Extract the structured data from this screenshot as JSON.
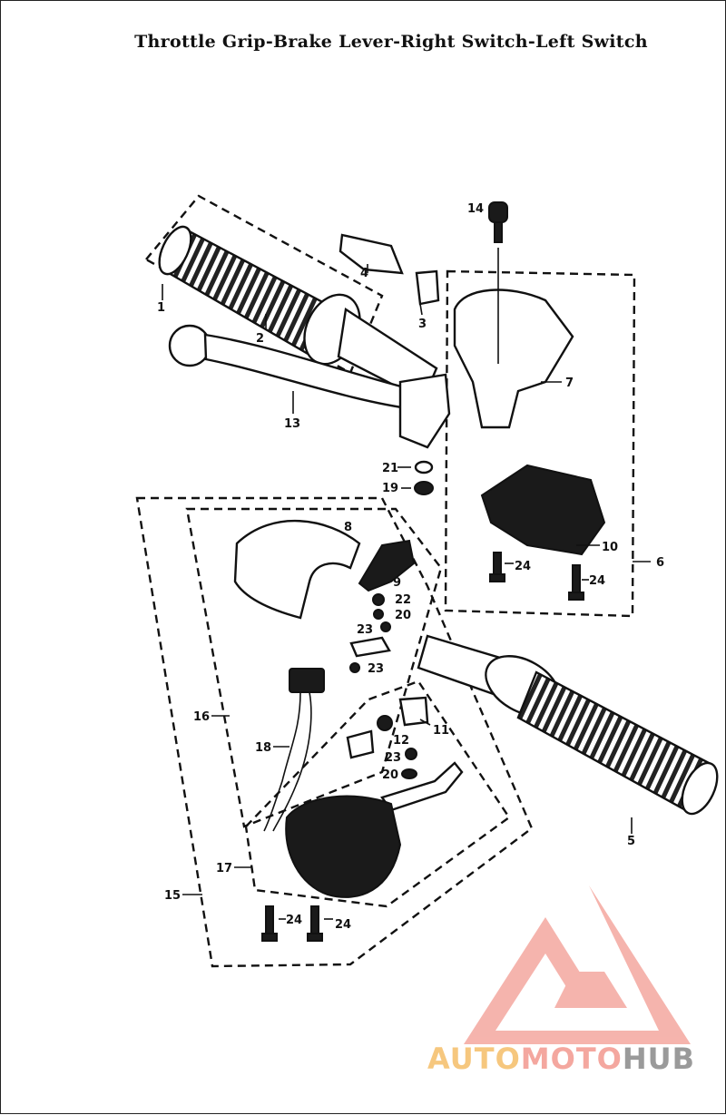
{
  "title": "Throttle Grip-Brake Lever-Right Switch-Left Switch",
  "callouts": [
    "1",
    "2",
    "3",
    "4",
    "5",
    "6",
    "7",
    "8",
    "9",
    "10",
    "11",
    "12",
    "13",
    "14",
    "15",
    "16",
    "17",
    "18",
    "19",
    "20",
    "21",
    "22",
    "23",
    "24"
  ],
  "watermark": {
    "word1": "AUTO",
    "word2": "MOTO",
    "word3": "HUB",
    "colors": {
      "auto": "#f6c77e",
      "moto": "#f4a79f",
      "hub": "#9a9a9a",
      "triangle": "#f4a79f"
    }
  }
}
